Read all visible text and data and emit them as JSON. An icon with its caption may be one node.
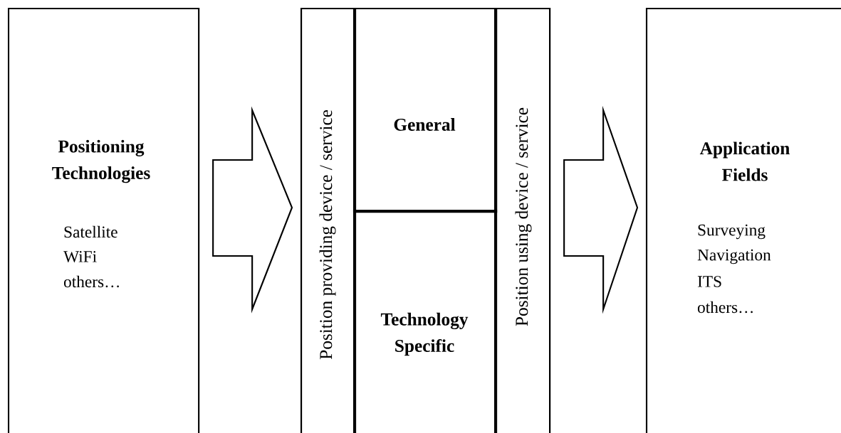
{
  "diagram": {
    "nodes": [
      {
        "text": [
          "Positioning Technologies",
          "Satellite",
          "WiFi",
          "others…"
        ]
      },
      {
        "text": [],
        "shape": "box"
      },
      {
        "text": [
          "Position providing device / service"
        ],
        "in": 1
      },
      {
        "text": [
          "General"
        ],
        "in": 1
      },
      {
        "text": [
          "Technology Specific"
        ],
        "in": 1
      },
      {
        "text": [
          "Position using device / service"
        ],
        "in": 1
      },
      {
        "text": [
          "Application Fields",
          "Surveying",
          "Navigation",
          "ITS",
          "others…"
        ]
      }
    ],
    "edges": [
      {
        "from": 0,
        "to": 1,
        "arrow": "to"
      },
      {
        "from": 1,
        "to": 6,
        "arrow": "to"
      }
    ]
  }
}
